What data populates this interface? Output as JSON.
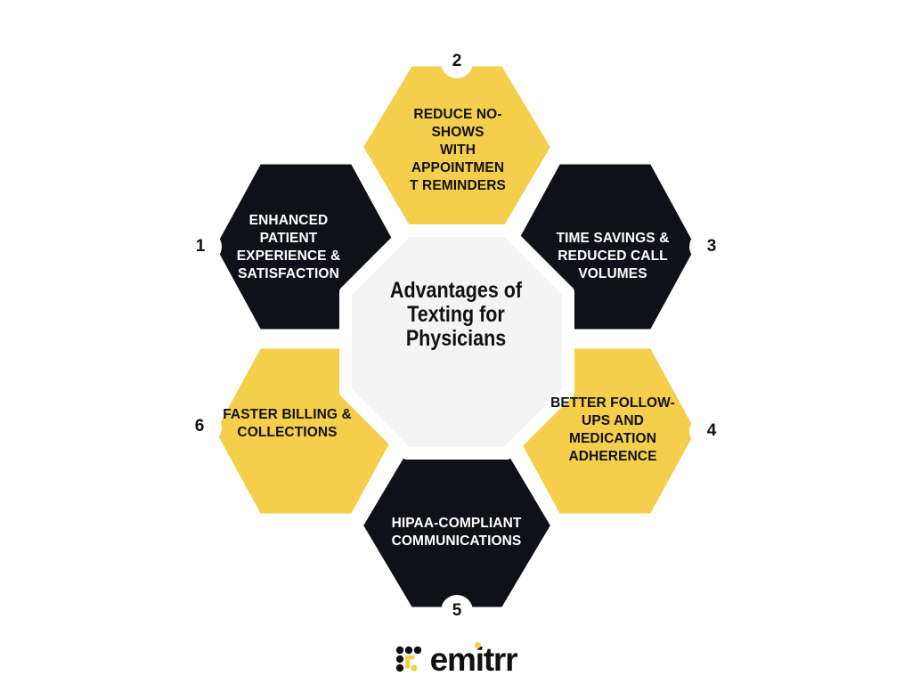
{
  "meta": {
    "background_color": "#ffffff"
  },
  "colors": {
    "yellow": "#F5CE4B",
    "black": "#101018",
    "center_fill": "#F4F4F4",
    "text_on_dark": "#FFFFFF",
    "text_on_light": "#111114",
    "background": "#FFFFFF"
  },
  "center": {
    "title": "Advantages of\nTexting for\nPhysicians"
  },
  "hexagons": [
    {
      "number": "1",
      "label": "ENHANCED\nPATIENT\nEXPERIENCE &\nSATISFACTION",
      "fill": "#101018",
      "text_color": "#FFFFFF",
      "position": "left-top",
      "badge_side": "left"
    },
    {
      "number": "2",
      "label": "REDUCE NO-\nSHOWS\nWITH\nAPPOINTMEN\nT REMINDERS",
      "fill": "#F5CE4B",
      "text_color": "#111114",
      "position": "top",
      "badge_side": "top"
    },
    {
      "number": "3",
      "label": "TIME SAVINGS &\nREDUCED CALL\nVOLUMES",
      "fill": "#101018",
      "text_color": "#FFFFFF",
      "position": "right-top",
      "badge_side": "right"
    },
    {
      "number": "4",
      "label": "BETTER FOLLOW-\nUPS AND\nMEDICATION\nADHERENCE",
      "fill": "#F5CE4B",
      "text_color": "#111114",
      "position": "right-bottom",
      "badge_side": "right"
    },
    {
      "number": "5",
      "label": "HIPAA-COMPLIANT\nCOMMUNICATIONS",
      "fill": "#101018",
      "text_color": "#FFFFFF",
      "position": "bottom",
      "badge_side": "bottom"
    },
    {
      "number": "6",
      "label": "FASTER BILLING &\nCOLLECTIONS",
      "fill": "#F5CE4B",
      "text_color": "#111114",
      "position": "left-bottom",
      "badge_side": "left"
    }
  ],
  "footer": {
    "brand_name": "emitrr",
    "logo_mark_name": "emitrr-dot-grid-mark"
  }
}
